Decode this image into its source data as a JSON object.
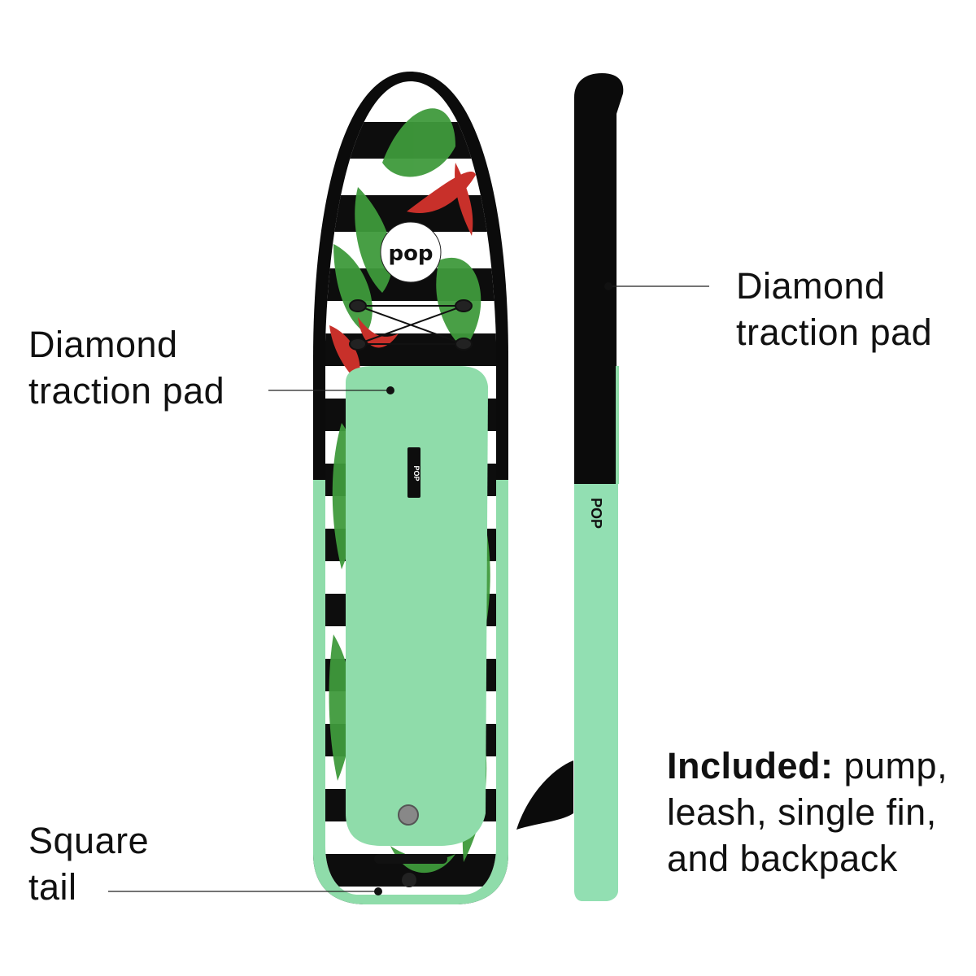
{
  "callouts": {
    "top_traction_pad": {
      "line1": "Diamond",
      "line2": "traction pad"
    },
    "side_traction_pad": {
      "line1": "Diamond",
      "line2": "traction pad"
    },
    "tail": {
      "line1": "Square",
      "line2": "tail"
    },
    "included": {
      "heading": "Included:",
      "line1_rest": " pump,",
      "line2": "leash, single fin,",
      "line3": "and backpack"
    }
  },
  "board": {
    "brand_logo": "POP",
    "colors": {
      "rail": "#0b0b0b",
      "mint": "#8fdcaa",
      "mint_side": "#92dfb2",
      "leaf": "#3f9a3c",
      "flower": "#c8302a",
      "stripe": "#0d0d0d"
    }
  }
}
